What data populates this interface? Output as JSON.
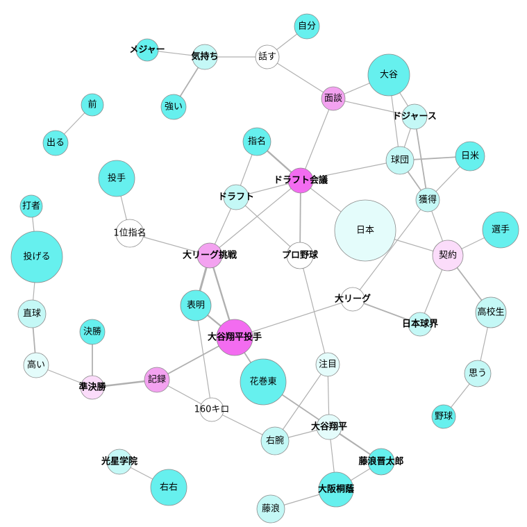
{
  "colors": {
    "cyan": "#66f0ee",
    "light_cyan": "#c4f8f6",
    "pale_cyan": "#e4fcfb",
    "white": "#ffffff",
    "magenta": "#f36cf0",
    "light_magenta": "#f3a2f0",
    "pale_magenta": "#fbdcfa",
    "edge": "#b0b0b0",
    "stroke": "#8a8a8a"
  },
  "nodes": [
    {
      "id": "jibun",
      "label": "自分",
      "color": "cyan"
    },
    {
      "id": "major",
      "label": "メジャー",
      "color": "cyan",
      "bold": true
    },
    {
      "id": "kimochi",
      "label": "気持ち",
      "color": "light_cyan",
      "bold": true
    },
    {
      "id": "hanasu",
      "label": "話す",
      "color": "white"
    },
    {
      "id": "ootani",
      "label": "大谷",
      "color": "cyan"
    },
    {
      "id": "tsuyoi",
      "label": "強い",
      "color": "cyan"
    },
    {
      "id": "mendan",
      "label": "面談",
      "color": "light_magenta"
    },
    {
      "id": "mae",
      "label": "前",
      "color": "cyan"
    },
    {
      "id": "dodgers",
      "label": "ドジャース",
      "color": "light_cyan",
      "bold": true
    },
    {
      "id": "deru",
      "label": "出る",
      "color": "cyan"
    },
    {
      "id": "shimei",
      "label": "指名",
      "color": "cyan"
    },
    {
      "id": "nichibei",
      "label": "日米",
      "color": "cyan"
    },
    {
      "id": "kyudan",
      "label": "球団",
      "color": "light_cyan"
    },
    {
      "id": "draft_kaigi",
      "label": "ドラフト会議",
      "color": "magenta",
      "bold": true
    },
    {
      "id": "toushu",
      "label": "投手",
      "color": "cyan"
    },
    {
      "id": "draft",
      "label": "ドラフト",
      "color": "light_cyan",
      "bold": true
    },
    {
      "id": "dasha",
      "label": "打者",
      "color": "cyan"
    },
    {
      "id": "kakutoku",
      "label": "獲得",
      "color": "light_cyan"
    },
    {
      "id": "nihon",
      "label": "日本",
      "color": "pale_cyan"
    },
    {
      "id": "senshu",
      "label": "選手",
      "color": "cyan"
    },
    {
      "id": "ichii_shimei",
      "label": "1位指名",
      "color": "white"
    },
    {
      "id": "nageru",
      "label": "投げる",
      "color": "cyan"
    },
    {
      "id": "dai_league_chousen",
      "label": "大リーグ挑戦",
      "color": "light_magenta",
      "bold": true
    },
    {
      "id": "pro_yakyu",
      "label": "プロ野球",
      "color": "white",
      "bold": true
    },
    {
      "id": "keiyaku",
      "label": "契約",
      "color": "pale_magenta"
    },
    {
      "id": "dai_league",
      "label": "大リーグ",
      "color": "white",
      "bold": true
    },
    {
      "id": "hyoumei",
      "label": "表明",
      "color": "cyan"
    },
    {
      "id": "koukousei",
      "label": "高校生",
      "color": "light_cyan"
    },
    {
      "id": "chokkyu",
      "label": "直球",
      "color": "light_cyan"
    },
    {
      "id": "ootani_shouhei_toushu",
      "label": "大谷翔平投手",
      "color": "magenta",
      "bold": true
    },
    {
      "id": "nihon_kyukai",
      "label": "日本球界",
      "color": "light_cyan",
      "bold": true
    },
    {
      "id": "kesshou",
      "label": "決勝",
      "color": "cyan"
    },
    {
      "id": "omou",
      "label": "思う",
      "color": "light_cyan"
    },
    {
      "id": "takai",
      "label": "高い",
      "color": "pale_cyan"
    },
    {
      "id": "chuumoku",
      "label": "注目",
      "color": "pale_cyan"
    },
    {
      "id": "kiroku",
      "label": "記録",
      "color": "light_magenta"
    },
    {
      "id": "junkesshou",
      "label": "準決勝",
      "color": "pale_magenta",
      "bold": true
    },
    {
      "id": "hanamaki_higashi",
      "label": "花巻東",
      "color": "cyan"
    },
    {
      "id": "kmh160",
      "label": "160キロ",
      "color": "white"
    },
    {
      "id": "yakyu",
      "label": "野球",
      "color": "cyan"
    },
    {
      "id": "ootani_shouhei",
      "label": "大谷翔平",
      "color": "pale_cyan",
      "bold": true
    },
    {
      "id": "migiude",
      "label": "右腕",
      "color": "light_cyan"
    },
    {
      "id": "kousei_gakuin",
      "label": "光星学院",
      "color": "light_cyan",
      "bold": true
    },
    {
      "id": "fujinami_shintaro",
      "label": "藤浪晋太郎",
      "color": "cyan",
      "bold": true
    },
    {
      "id": "migimigi",
      "label": "右右",
      "color": "cyan"
    },
    {
      "id": "osaka_toin",
      "label": "大阪桐蔭",
      "color": "cyan",
      "bold": true
    },
    {
      "id": "fujinami",
      "label": "藤浪",
      "color": "light_cyan"
    }
  ],
  "edges": [
    {
      "from": "major",
      "to": "kimochi",
      "weight": 1
    },
    {
      "from": "kimochi",
      "to": "hanasu",
      "weight": 1
    },
    {
      "from": "kimochi",
      "to": "tsuyoi",
      "weight": 2
    },
    {
      "from": "hanasu",
      "to": "jibun",
      "weight": 1
    },
    {
      "from": "hanasu",
      "to": "mendan",
      "weight": 1
    },
    {
      "from": "mendan",
      "to": "ootani",
      "weight": 1
    },
    {
      "from": "mendan",
      "to": "dodgers",
      "weight": 1
    },
    {
      "from": "mendan",
      "to": "draft_kaigi",
      "weight": 1
    },
    {
      "from": "ootani",
      "to": "dodgers",
      "weight": 1
    },
    {
      "from": "ootani",
      "to": "kyudan",
      "weight": 1
    },
    {
      "from": "dodgers",
      "to": "kyudan",
      "weight": 1
    },
    {
      "from": "dodgers",
      "to": "kakutoku",
      "weight": 2
    },
    {
      "from": "kyudan",
      "to": "nichibei",
      "weight": 2
    },
    {
      "from": "kyudan",
      "to": "kakutoku",
      "weight": 2
    },
    {
      "from": "kyudan",
      "to": "draft_kaigi",
      "weight": 1
    },
    {
      "from": "nichibei",
      "to": "kakutoku",
      "weight": 1
    },
    {
      "from": "mae",
      "to": "deru",
      "weight": 1
    },
    {
      "from": "shimei",
      "to": "draft_kaigi",
      "weight": 3
    },
    {
      "from": "shimei",
      "to": "draft",
      "weight": 1
    },
    {
      "from": "draft",
      "to": "draft_kaigi",
      "weight": 1
    },
    {
      "from": "draft",
      "to": "dai_league_chousen",
      "weight": 1
    },
    {
      "from": "draft",
      "to": "pro_yakyu",
      "weight": 1
    },
    {
      "from": "draft_kaigi",
      "to": "pro_yakyu",
      "weight": 2
    },
    {
      "from": "draft_kaigi",
      "to": "dai_league_chousen",
      "weight": 1
    },
    {
      "from": "draft_kaigi",
      "to": "nihon",
      "weight": 1
    },
    {
      "from": "toushu",
      "to": "ichii_shimei",
      "weight": 1
    },
    {
      "from": "ichii_shimei",
      "to": "dai_league_chousen",
      "weight": 1
    },
    {
      "from": "dasha",
      "to": "nageru",
      "weight": 1
    },
    {
      "from": "nageru",
      "to": "chokkyu",
      "weight": 1
    },
    {
      "from": "chokkyu",
      "to": "takai",
      "weight": 2
    },
    {
      "from": "takai",
      "to": "junkesshou",
      "weight": 1
    },
    {
      "from": "kesshou",
      "to": "junkesshou",
      "weight": 2
    },
    {
      "from": "junkesshou",
      "to": "kiroku",
      "weight": 3
    },
    {
      "from": "kiroku",
      "to": "ootani_shouhei_toushu",
      "weight": 2
    },
    {
      "from": "kiroku",
      "to": "kmh160",
      "weight": 1
    },
    {
      "from": "nihon",
      "to": "keiyaku",
      "weight": 1
    },
    {
      "from": "keiyaku",
      "to": "kakutoku",
      "weight": 1
    },
    {
      "from": "keiyaku",
      "to": "senshu",
      "weight": 1
    },
    {
      "from": "keiyaku",
      "to": "koukousei",
      "weight": 2
    },
    {
      "from": "keiyaku",
      "to": "nihon_kyukai",
      "weight": 1
    },
    {
      "from": "koukousei",
      "to": "omou",
      "weight": 1
    },
    {
      "from": "omou",
      "to": "yakyu",
      "weight": 1
    },
    {
      "from": "kakutoku",
      "to": "dai_league",
      "weight": 1
    },
    {
      "from": "dai_league",
      "to": "nihon_kyukai",
      "weight": 2
    },
    {
      "from": "dai_league",
      "to": "ootani_shouhei_toushu",
      "weight": 1
    },
    {
      "from": "pro_yakyu",
      "to": "chuumoku",
      "weight": 1
    },
    {
      "from": "chuumoku",
      "to": "ootani_shouhei",
      "weight": 1
    },
    {
      "from": "chuumoku",
      "to": "migiude",
      "weight": 1
    },
    {
      "from": "dai_league_chousen",
      "to": "hyoumei",
      "weight": 4
    },
    {
      "from": "dai_league_chousen",
      "to": "ootani_shouhei_toushu",
      "weight": 3
    },
    {
      "from": "hyoumei",
      "to": "ootani_shouhei_toushu",
      "weight": 3
    },
    {
      "from": "hyoumei",
      "to": "kmh160",
      "weight": 1
    },
    {
      "from": "ootani_shouhei_toushu",
      "to": "hanamaki_higashi",
      "weight": 2
    },
    {
      "from": "hanamaki_higashi",
      "to": "fujinami_shintaro",
      "weight": 2
    },
    {
      "from": "kmh160",
      "to": "migiude",
      "weight": 1
    },
    {
      "from": "migiude",
      "to": "ootani_shouhei",
      "weight": 1
    },
    {
      "from": "ootani_shouhei",
      "to": "fujinami_shintaro",
      "weight": 2
    },
    {
      "from": "ootani_shouhei",
      "to": "osaka_toin",
      "weight": 1
    },
    {
      "from": "fujinami_shintaro",
      "to": "osaka_toin",
      "weight": 1
    },
    {
      "from": "osaka_toin",
      "to": "fujinami",
      "weight": 1
    },
    {
      "from": "kousei_gakuin",
      "to": "migimigi",
      "weight": 1
    }
  ]
}
